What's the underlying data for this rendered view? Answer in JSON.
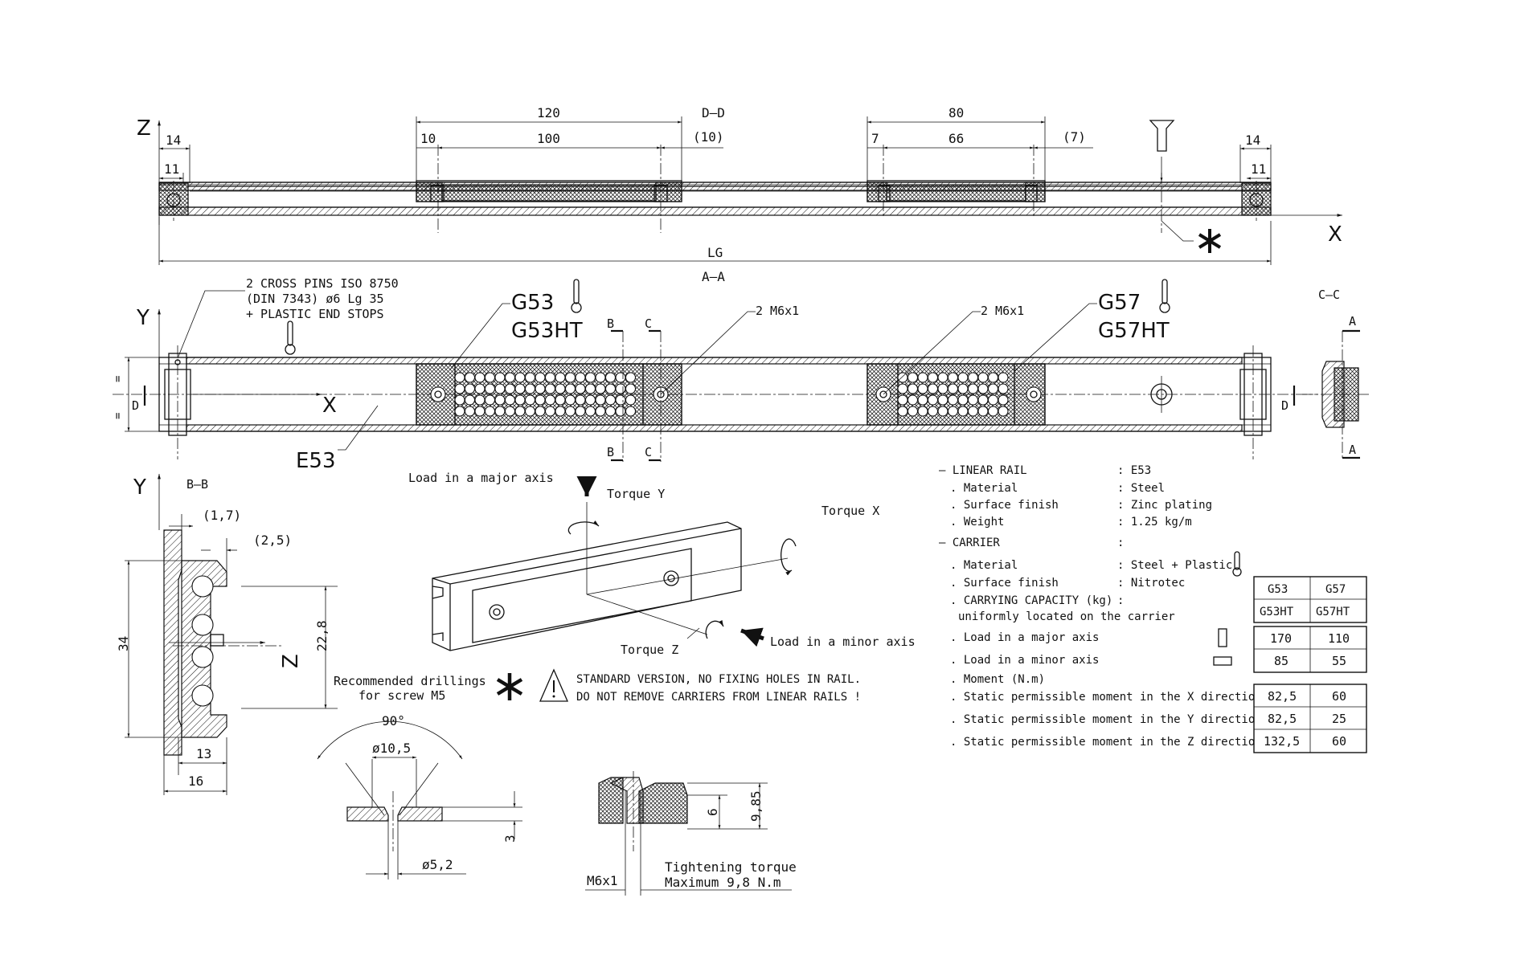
{
  "section_labels": {
    "dd": "D–D",
    "aa": "A–A",
    "bb": "B–B",
    "cc": "C–C",
    "a": "A",
    "b": "B",
    "c": "C",
    "d": "D",
    "eq": "="
  },
  "axes": {
    "x": "X",
    "y": "Y",
    "z": "Z"
  },
  "dimensions": {
    "d120": "120",
    "d100": "100",
    "d10": "10",
    "d10p": "(10)",
    "d80": "80",
    "d66": "66",
    "d7": "7",
    "d7p": "(7)",
    "d14": "14",
    "d11": "11",
    "lg": "LG",
    "d1_7": "(1,7)",
    "d2_5": "(2,5)",
    "d34": "34",
    "d22_8": "22,8",
    "d13": "13",
    "d16": "16",
    "d90": "90°",
    "d10_5": "ø10,5",
    "d5_2": "ø5,2",
    "d3": "3",
    "d6": "6",
    "d9_85": "9,85",
    "m6x1": "M6x1"
  },
  "notes": {
    "cross_pins": [
      "2 CROSS PINS ISO 8750",
      "(DIN 7343) ø6 Lg 35",
      "+ PLASTIC END STOPS"
    ],
    "g53": "G53",
    "g53ht": "G53HT",
    "g57": "G57",
    "g57ht": "G57HT",
    "m6x1_left": "2 M6x1",
    "m6x1_right": "2 M6x1",
    "e53": "E53",
    "load_major": "Load in a major axis",
    "load_minor": "Load in a minor axis",
    "torque_x": "Torque X",
    "torque_y": "Torque Y",
    "torque_z": "Torque Z",
    "drillings": [
      "Recommended drillings",
      "for screw M5"
    ],
    "warning": [
      "STANDARD VERSION, NO FIXING HOLES IN RAIL.",
      "DO NOT REMOVE CARRIERS FROM LINEAR RAILS !"
    ],
    "tightening": [
      "Tightening torque",
      "Maximum 9,8 N.m"
    ]
  },
  "specs": [
    {
      "label": "— LINEAR RAIL",
      "value": ": E53"
    },
    {
      "label": ". Material",
      "value": ": Steel"
    },
    {
      "label": ". Surface finish",
      "value": ": Zinc plating"
    },
    {
      "label": ". Weight",
      "value": ": 1.25 kg/m"
    },
    {
      "label": "— CARRIER",
      "value": ":"
    },
    {
      "label": ". Material",
      "value": ": Steel + Plastic"
    },
    {
      "label": ". Surface finish",
      "value": ": Nitrotec"
    },
    {
      "label": ". CARRYING CAPACITY (kg)",
      "value": ":"
    },
    {
      "label": "uniformly located on the carrier",
      "value": ""
    },
    {
      "label": ". Load in a major axis",
      "value": ""
    },
    {
      "label": ". Load in a minor axis",
      "value": ""
    },
    {
      "label": ". Moment (N.m)",
      "value": ""
    },
    {
      "label": ". Static permissible moment in the X direction",
      "value": ""
    },
    {
      "label": ". Static permissible moment in the Y direction",
      "value": ""
    },
    {
      "label": ". Static permissible moment in the Z direction",
      "value": ""
    }
  ],
  "table": {
    "header": [
      [
        "G53",
        "G57"
      ],
      [
        "G53HT",
        "G57HT"
      ]
    ],
    "loads": [
      [
        "170",
        "110"
      ],
      [
        "85",
        "55"
      ]
    ],
    "moments": [
      [
        "82,5",
        "60"
      ],
      [
        "82,5",
        "25"
      ],
      [
        "132,5",
        "60"
      ]
    ]
  }
}
